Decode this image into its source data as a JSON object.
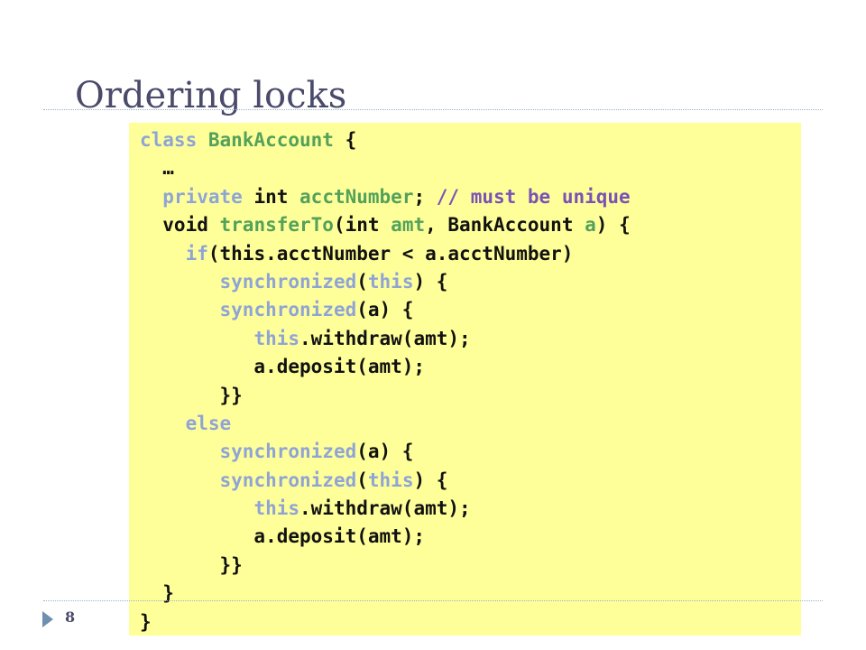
{
  "slide": {
    "title": "Ordering locks",
    "page_number": "8"
  },
  "code": {
    "lines": [
      [
        {
          "t": "class ",
          "c": "kw"
        },
        {
          "t": "BankAccount",
          "c": "id"
        },
        {
          "t": " {",
          "c": "tx"
        }
      ],
      [
        {
          "t": "  …",
          "c": "tx"
        }
      ],
      [
        {
          "t": "  ",
          "c": "tx"
        },
        {
          "t": "private",
          "c": "kw"
        },
        {
          "t": " int ",
          "c": "tx"
        },
        {
          "t": "acctNumber",
          "c": "id"
        },
        {
          "t": "; ",
          "c": "tx"
        },
        {
          "t": "// must be unique",
          "c": "cm"
        }
      ],
      [
        {
          "t": "  void ",
          "c": "tx"
        },
        {
          "t": "transferTo",
          "c": "id"
        },
        {
          "t": "(int ",
          "c": "tx"
        },
        {
          "t": "amt",
          "c": "id"
        },
        {
          "t": ", BankAccount ",
          "c": "tx"
        },
        {
          "t": "a",
          "c": "id"
        },
        {
          "t": ") {",
          "c": "tx"
        }
      ],
      [
        {
          "t": "    ",
          "c": "tx"
        },
        {
          "t": "if",
          "c": "kw"
        },
        {
          "t": "(this.acctNumber < a.acctNumber)",
          "c": "tx"
        }
      ],
      [
        {
          "t": "       ",
          "c": "tx"
        },
        {
          "t": "synchronized",
          "c": "kw"
        },
        {
          "t": "(",
          "c": "tx"
        },
        {
          "t": "this",
          "c": "kw"
        },
        {
          "t": ") {",
          "c": "tx"
        }
      ],
      [
        {
          "t": "       ",
          "c": "tx"
        },
        {
          "t": "synchronized",
          "c": "kw"
        },
        {
          "t": "(a) {",
          "c": "tx"
        }
      ],
      [
        {
          "t": "          ",
          "c": "tx"
        },
        {
          "t": "this",
          "c": "kw"
        },
        {
          "t": ".withdraw(amt);",
          "c": "tx"
        }
      ],
      [
        {
          "t": "          a.deposit(amt);",
          "c": "tx"
        }
      ],
      [
        {
          "t": "       }}",
          "c": "tx"
        }
      ],
      [
        {
          "t": "    ",
          "c": "tx"
        },
        {
          "t": "else",
          "c": "kw"
        }
      ],
      [
        {
          "t": "       ",
          "c": "tx"
        },
        {
          "t": "synchronized",
          "c": "kw"
        },
        {
          "t": "(a) {",
          "c": "tx"
        }
      ],
      [
        {
          "t": "       ",
          "c": "tx"
        },
        {
          "t": "synchronized",
          "c": "kw"
        },
        {
          "t": "(",
          "c": "tx"
        },
        {
          "t": "this",
          "c": "kw"
        },
        {
          "t": ") {",
          "c": "tx"
        }
      ],
      [
        {
          "t": "          ",
          "c": "tx"
        },
        {
          "t": "this",
          "c": "kw"
        },
        {
          "t": ".withdraw(amt);",
          "c": "tx"
        }
      ],
      [
        {
          "t": "          a.deposit(amt);",
          "c": "tx"
        }
      ],
      [
        {
          "t": "       }}",
          "c": "tx"
        }
      ],
      [
        {
          "t": "  }",
          "c": "tx"
        }
      ],
      [
        {
          "t": "}",
          "c": "tx"
        }
      ]
    ]
  },
  "colors": {
    "title": "#4a4a6a",
    "code_background": "#ffff99",
    "keyword": "#8fa4d6",
    "identifier": "#53a15a",
    "comment": "#7a52b5",
    "bullet": "#6e8fb0"
  },
  "icons": {
    "bullet": "triangle-bullet-icon"
  }
}
